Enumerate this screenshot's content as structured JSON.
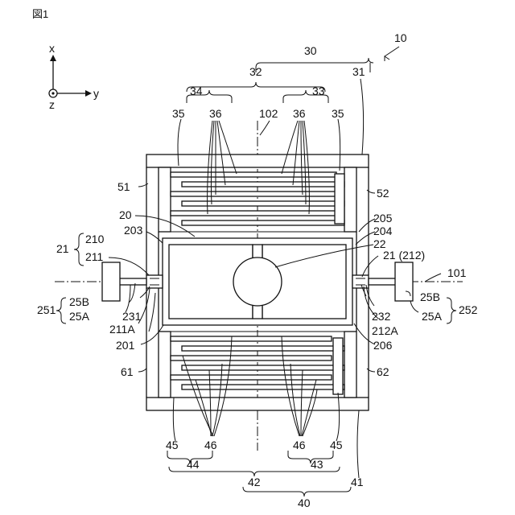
{
  "figure": {
    "title": "図1",
    "axes": {
      "x": "x",
      "y": "y",
      "z": "z"
    },
    "labels": {
      "l10": "10",
      "l30": "30",
      "l31": "31",
      "l32": "32",
      "l33": "33",
      "l34": "34",
      "l35": "35",
      "l36": "36",
      "l102": "102",
      "l101": "101",
      "l51": "51",
      "l52": "52",
      "l20": "20",
      "l203": "203",
      "l205": "205",
      "l204": "204",
      "l21": "21",
      "l210": "210",
      "l211": "211",
      "l22": "22",
      "l21_212": "21 (212)",
      "l25B": "25B",
      "l25A": "25A",
      "l251": "251",
      "l252": "252",
      "l231": "231",
      "l232": "232",
      "l211A": "211A",
      "l212A": "212A",
      "l201": "201",
      "l206": "206",
      "l61": "61",
      "l62": "62",
      "l45": "45",
      "l46": "46",
      "l44": "44",
      "l43": "43",
      "l42": "42",
      "l41": "41",
      "l40": "40"
    }
  }
}
